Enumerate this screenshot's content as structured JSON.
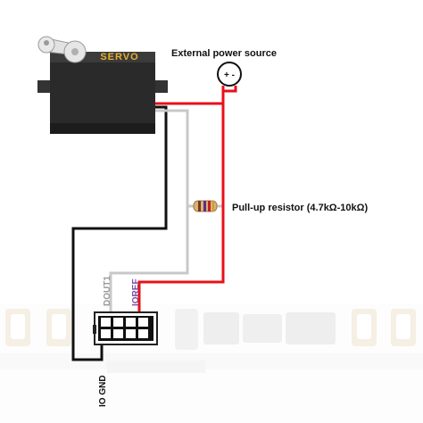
{
  "servo": {
    "label": "SERVO"
  },
  "power_source": {
    "label": "External power source",
    "symbol": "+ -"
  },
  "resistor": {
    "label": "Pull-up resistor (4.7kΩ-10kΩ)"
  },
  "pins": {
    "dout1": "DOUT1",
    "ioref": "IOREF",
    "io_gnd": "IO GND"
  },
  "colors": {
    "wire_power": "#e8101a",
    "wire_signal": "#c8c8c8",
    "wire_ground": "#111111",
    "servo_body": "#2a2a2a",
    "servo_label": "#e8b030",
    "ioref_label": "#7b4fa3",
    "dout1_label": "#9a9a9a"
  }
}
